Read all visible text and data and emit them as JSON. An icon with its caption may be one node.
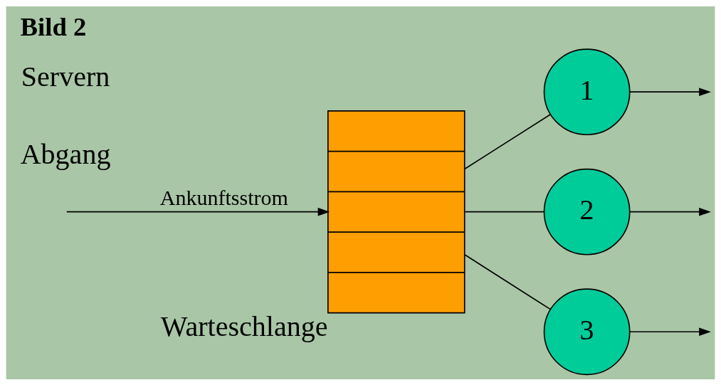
{
  "diagram": {
    "title": "Bild 2",
    "nodes": [
      {
        "text": [],
        "shape": "box",
        "beside": [
          "Warteschlange"
        ]
      },
      {
        "text": [
          "1"
        ]
      },
      {
        "text": [
          "2"
        ]
      },
      {
        "text": [
          "3"
        ]
      }
    ],
    "edges": [
      {
        "from": null,
        "to": 0,
        "arrow": "to",
        "label": "Ankunftsstrom"
      },
      {
        "from": 0,
        "to": 1,
        "arrow": "none"
      },
      {
        "from": 0,
        "to": 2,
        "arrow": "none"
      },
      {
        "from": 0,
        "to": 3,
        "arrow": "none"
      },
      {
        "from": 1,
        "to": null,
        "arrow": "to"
      },
      {
        "from": 2,
        "to": null,
        "arrow": "to"
      },
      {
        "from": 3,
        "to": null,
        "arrow": "to"
      }
    ],
    "labels": [
      "Abgang",
      "Servern"
    ]
  }
}
